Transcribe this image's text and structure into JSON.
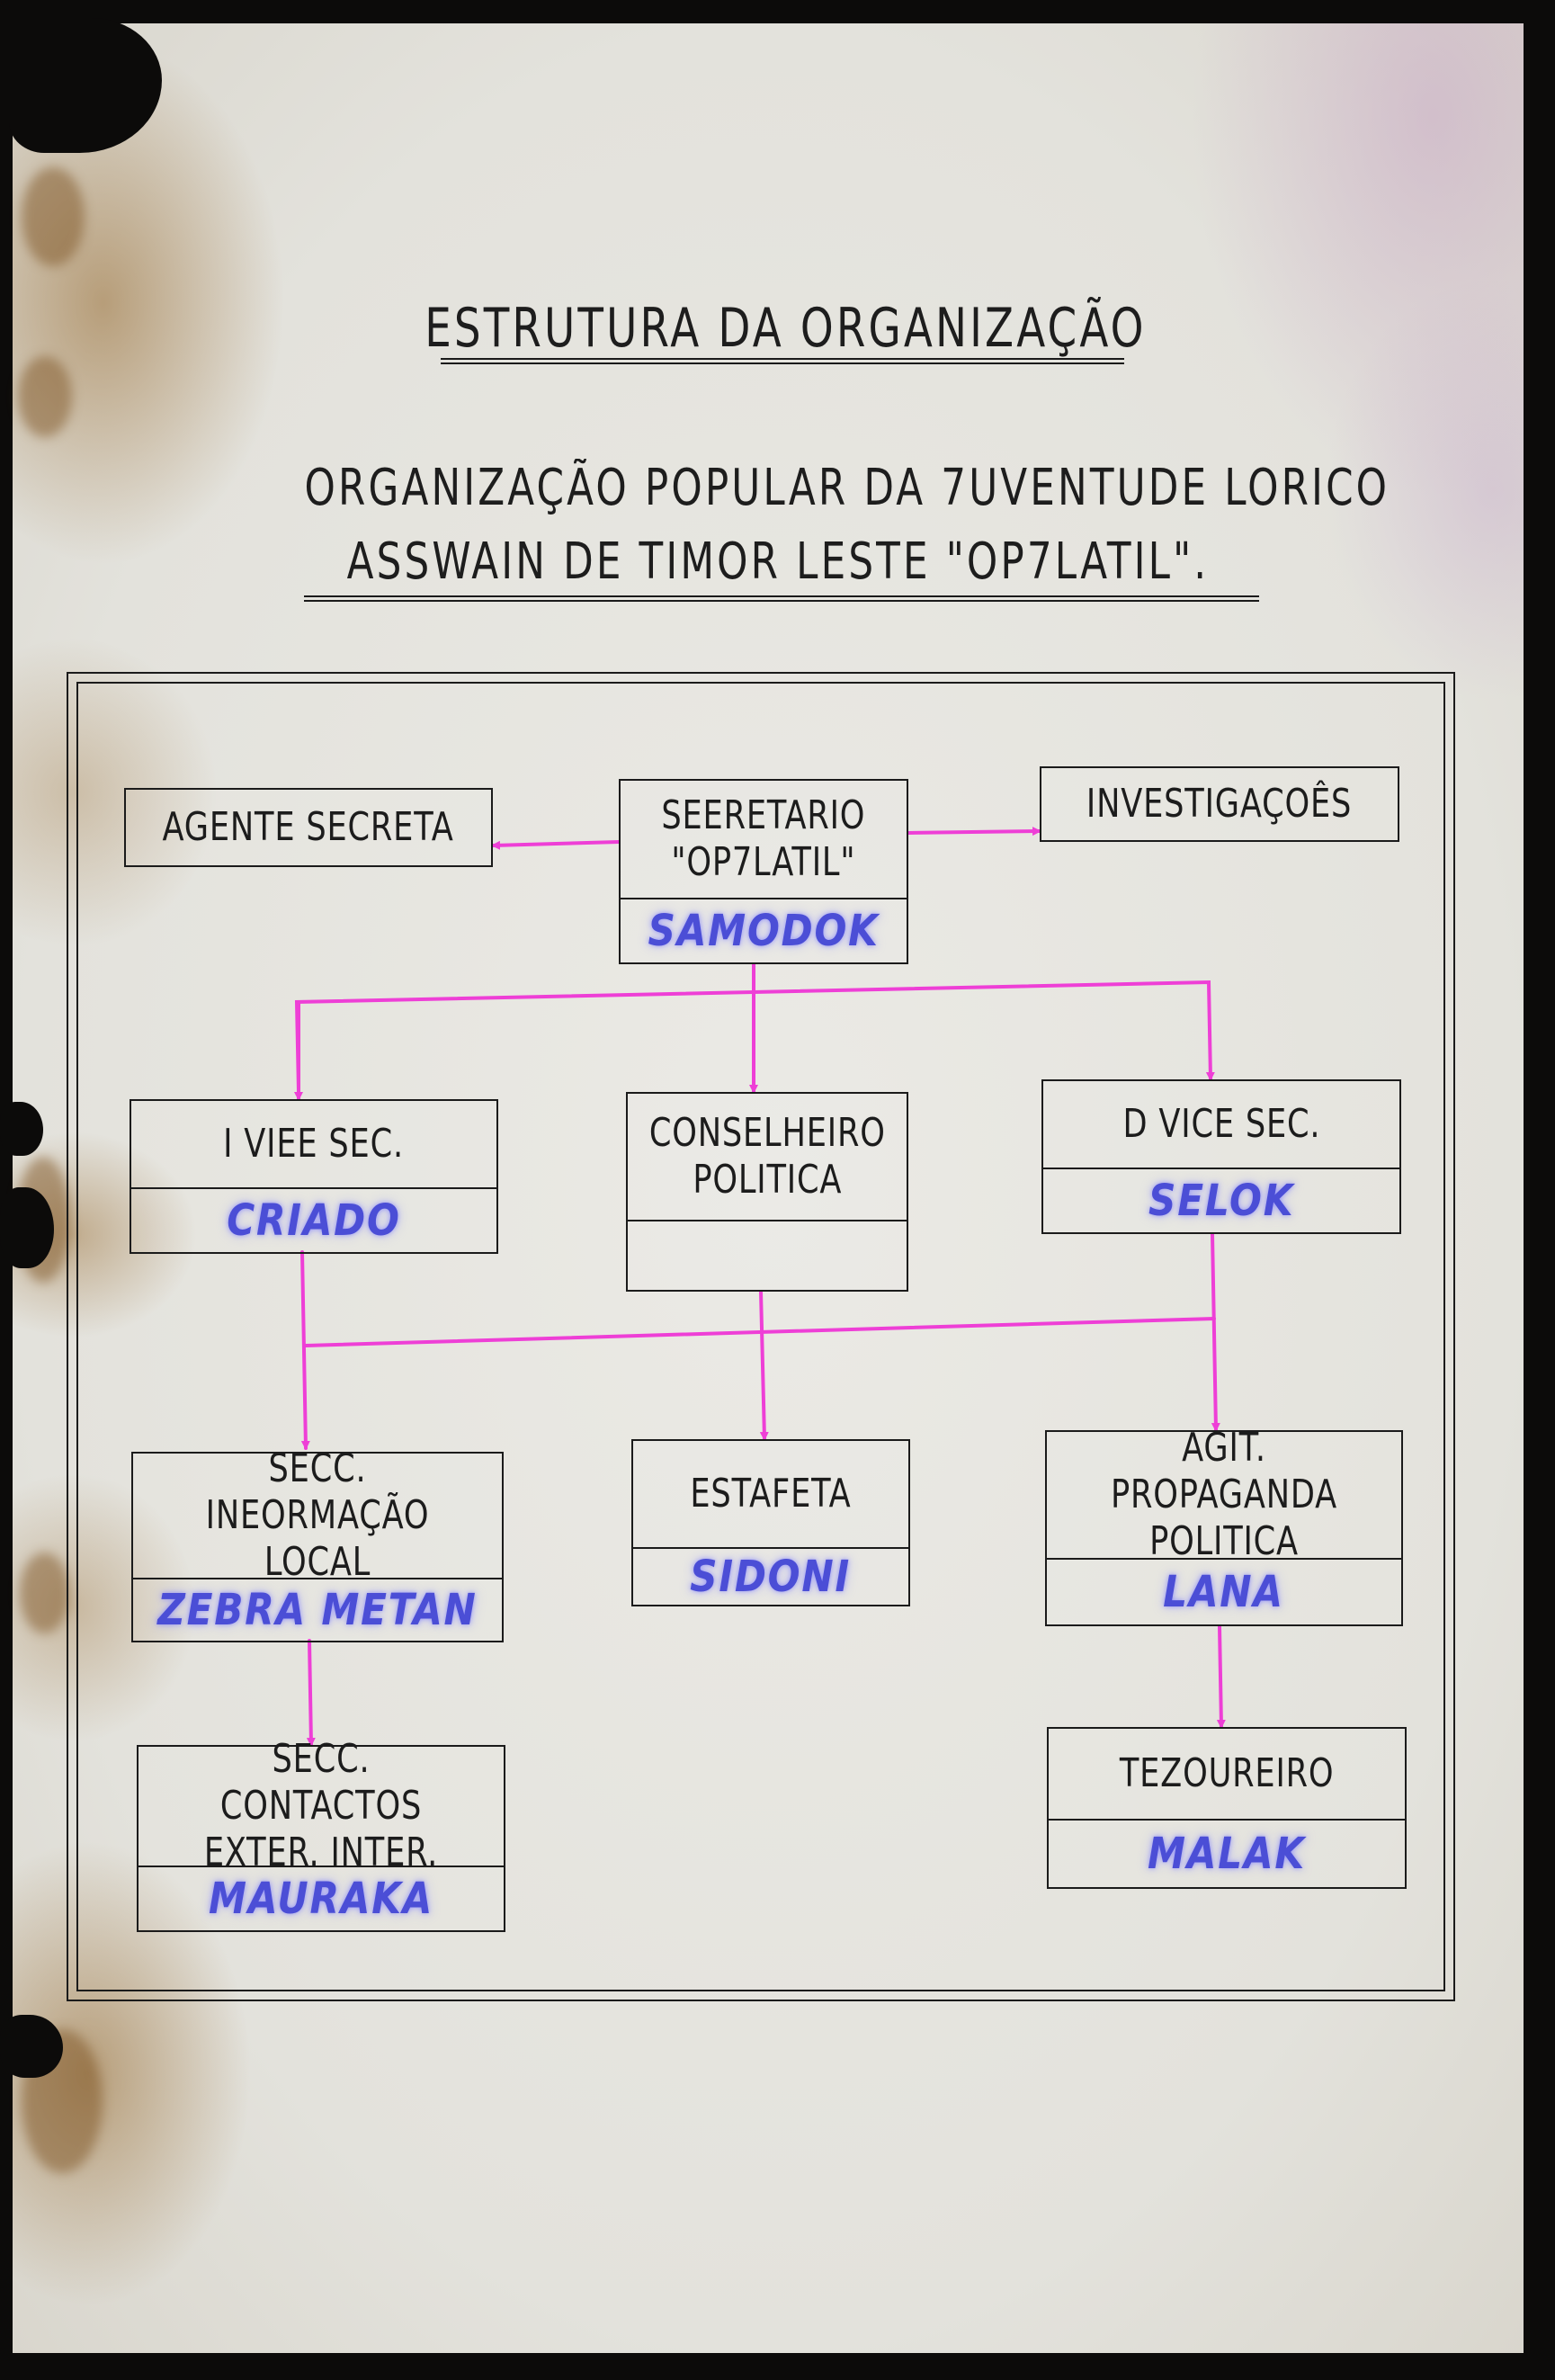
{
  "document": {
    "title": "ESTRUTURA DA ORGANIZAÇÃO",
    "subtitle_line1": "ORGANIZAÇÃO POPULAR DA 7UVENTUDE LORICO",
    "subtitle_line2": "ASSWAIN DE TIMOR LESTE \"OP7LATIL\"."
  },
  "org_chart": {
    "boxes": {
      "agente_secreta": {
        "label": "AGENTE SECRETA"
      },
      "secretario": {
        "label": "SEERETARIO\n\"OP7LATIL\"",
        "name": "SAMODOK"
      },
      "investigacoes": {
        "label": "INVESTIGAÇOÊS"
      },
      "i_vice_sec": {
        "label": "I VIEE SEC.",
        "name": "CRIADO"
      },
      "conselheiro": {
        "label": "CONSELHEIRO\nPOLITICA",
        "name": ""
      },
      "ii_vice_sec": {
        "label": "D VICE SEC.",
        "name": "SELOK"
      },
      "secc_informacao": {
        "label": "SECC. INEORMAÇÃO\nLOCAL",
        "name": "ZEBRA METAN"
      },
      "estafeta": {
        "label": "ESTAFETA",
        "name": "SIDONI"
      },
      "agit_propaganda": {
        "label": "AGIT. PROPAGANDA\nPOLITICA",
        "name": "LANA"
      },
      "secc_contactos": {
        "label": "SECC. CONTACTOS\nEXTER. INTER.",
        "name": "MAURAKA"
      },
      "tezoureiro": {
        "label": "TEZOUREIRO",
        "name": "MALAK"
      }
    },
    "colors": {
      "ink": "#1b1b1b",
      "connector": "#ee3fd6",
      "highlight_name": "#4b4ed6",
      "paper": "#e7e6e1"
    }
  }
}
